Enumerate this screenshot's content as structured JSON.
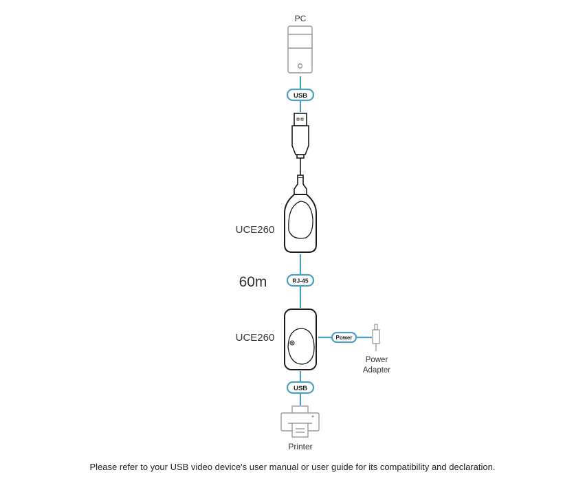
{
  "nodes": {
    "pc": "PC",
    "local_unit": "UCE260",
    "remote_unit": "UCE260",
    "power_adapter_line1": "Power",
    "power_adapter_line2": "Adapter",
    "printer": "Printer"
  },
  "connectors": {
    "usb_top": "USB",
    "rj45": "RJ-45",
    "power": "Power",
    "usb_bottom": "USB"
  },
  "distance": "60m",
  "caption": "Please refer to your USB video device's user manual or user guide for its compatibility and declaration.",
  "colors": {
    "cable": "#4a9fc4",
    "device": "#1a1a1a",
    "peripheral": "#999999"
  }
}
